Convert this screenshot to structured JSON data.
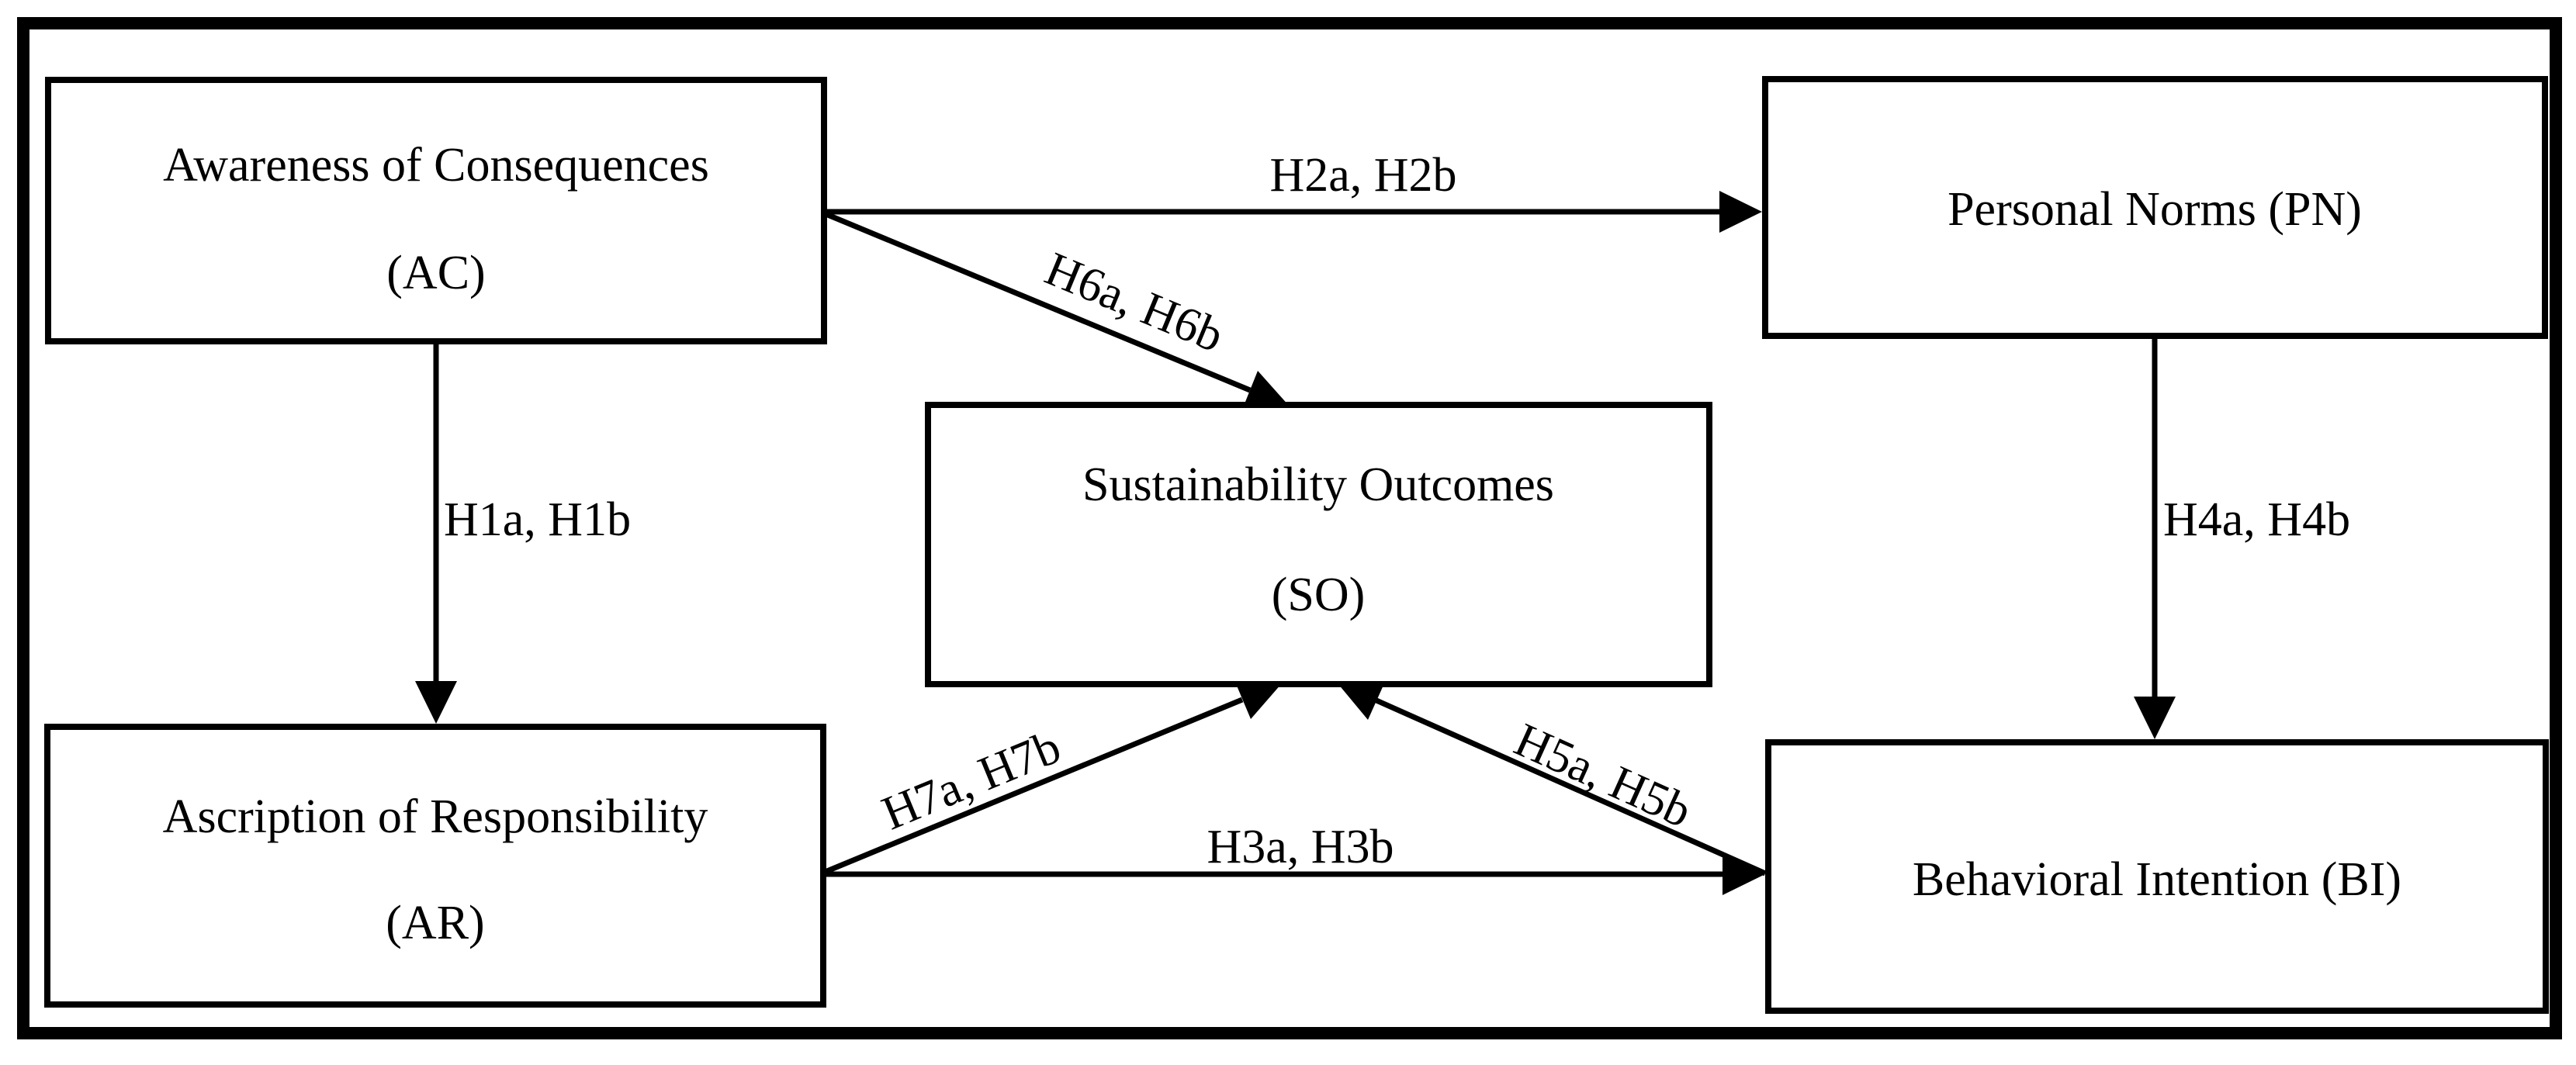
{
  "figure": {
    "colors": {
      "ink": "#000000",
      "background": "#ffffff"
    },
    "nodes": [
      {
        "id": "ac",
        "abbr": "AC",
        "lines": [
          "Awareness of Consequences",
          "(AC)"
        ]
      },
      {
        "id": "pn",
        "abbr": "PN",
        "lines": [
          "Personal Norms (PN)"
        ]
      },
      {
        "id": "so",
        "abbr": "SO",
        "lines": [
          "Sustainability Outcomes",
          "(SO)"
        ]
      },
      {
        "id": "ar",
        "abbr": "AR",
        "lines": [
          "Ascription of Responsibility",
          "(AR)"
        ]
      },
      {
        "id": "bi",
        "abbr": "BI",
        "lines": [
          "Behavioral Intention (BI)"
        ]
      }
    ],
    "edges": [
      {
        "id": "h1",
        "label": "H1a, H1b",
        "from": "AC",
        "to": "AR"
      },
      {
        "id": "h2",
        "label": "H2a, H2b",
        "from": "AC",
        "to": "PN"
      },
      {
        "id": "h3",
        "label": "H3a, H3b",
        "from": "AR",
        "to": "BI"
      },
      {
        "id": "h4",
        "label": "H4a, H4b",
        "from": "PN",
        "to": "BI"
      },
      {
        "id": "h5",
        "label": "H5a, H5b",
        "from": "BI",
        "to": "SO"
      },
      {
        "id": "h6",
        "label": "H6a, H6b",
        "from": "AC",
        "to": "SO"
      },
      {
        "id": "h7",
        "label": "H7a, H7b",
        "from": "AR",
        "to": "SO"
      }
    ]
  }
}
